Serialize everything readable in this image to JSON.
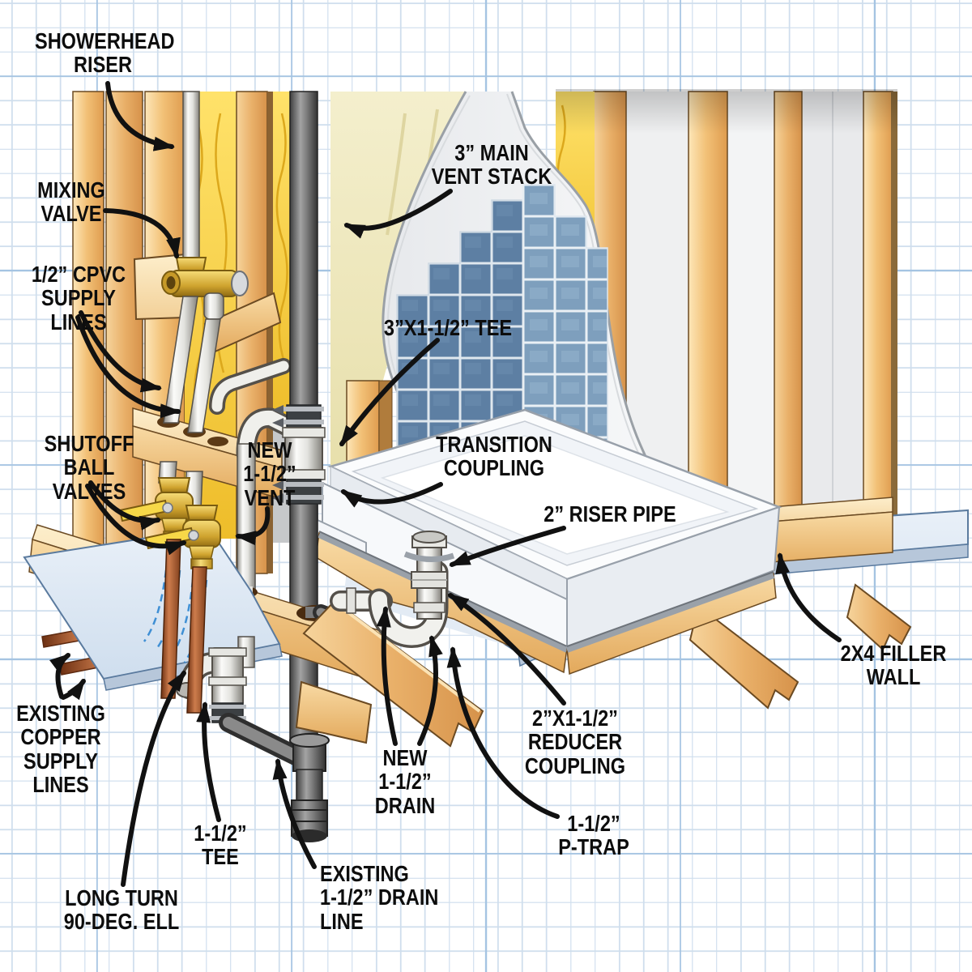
{
  "diagram": {
    "subject": "shower plumbing rough-in cutaway",
    "background": "blueprint grid"
  },
  "palette": {
    "grid_minor": "#cfdeed",
    "grid_major": "#a5c4e2",
    "wood_light": "#fde6b8",
    "wood_mid": "#e9b069",
    "wood_dark": "#d6924a",
    "insulation_yellow": "#ffe26a",
    "insulation_pale": "#f0ead9",
    "stack_gray": "#6d6d6d",
    "pvc_white": "#f1f1ed",
    "copper": "#cd7c4c",
    "brass": "#f6dc78",
    "handle_yellow": "#f7d848",
    "tile_blue_dark": "#5d7fa3",
    "tile_blue_light": "#7e9fbd",
    "floor_blue": "#dce7f3",
    "pan_white": "#fbfcfd",
    "label_text": "#0d0d0d",
    "arrow": "#111111",
    "dashed_hidden_line": "#3f8fd4"
  },
  "labels": {
    "showerhead_riser": {
      "text": "SHOWERHEAD\nRISER"
    },
    "mixing_valve": {
      "text": "MIXING\nVALVE"
    },
    "cpvc_supply_lines": {
      "text": "1/2” CPVC\nSUPPLY LINES"
    },
    "shutoff_ball_valves": {
      "text": "SHUTOFF BALL\nVALVES"
    },
    "new_vent": {
      "text": "NEW\n1-1/2”\nVENT"
    },
    "main_vent_stack": {
      "text": "3” MAIN\nVENT STACK"
    },
    "tee_3x112": {
      "text": "3”X1-1/2” TEE"
    },
    "transition_coupling": {
      "text": "TRANSITION\nCOUPLING"
    },
    "riser_pipe_2in": {
      "text": "2” RISER PIPE"
    },
    "filler_wall_2x4": {
      "text": "2X4 FILLER\nWALL"
    },
    "existing_copper_supply": {
      "text": "EXISTING\nCOPPER\nSUPPLY\nLINES"
    },
    "tee_112": {
      "text": "1-1/2”\nTEE"
    },
    "long_turn_ell": {
      "text": "LONG TURN\n90-DEG. ELL"
    },
    "existing_drain_line": {
      "text": "EXISTING\n1-1/2” DRAIN\nLINE"
    },
    "new_drain": {
      "text": "NEW\n1-1/2”\nDRAIN"
    },
    "reducer_coupling": {
      "text": "2”X1-1/2”\nREDUCER\nCOUPLING"
    },
    "p_trap": {
      "text": "1-1/2”\nP-TRAP"
    }
  }
}
